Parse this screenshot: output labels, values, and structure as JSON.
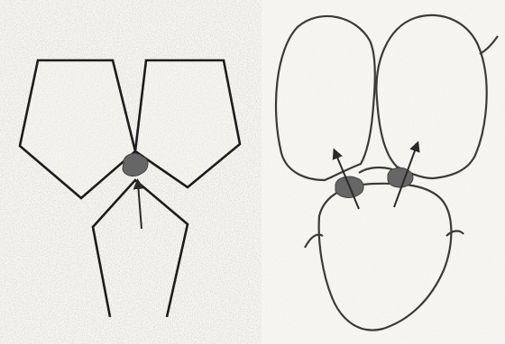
{
  "colors": {
    "paper": "#f7f6f2",
    "scan_texture": "#b8b5ad",
    "outline_left": "#1c1c1c",
    "outline_right": "#3a3a3a",
    "blob": "#666666",
    "arrow": "#2a2a2a"
  },
  "panels": [
    {
      "id": "left",
      "description_kind": "polygonal-cells-schematic"
    },
    {
      "id": "right",
      "description_kind": "rounded-cells-schematic"
    }
  ]
}
